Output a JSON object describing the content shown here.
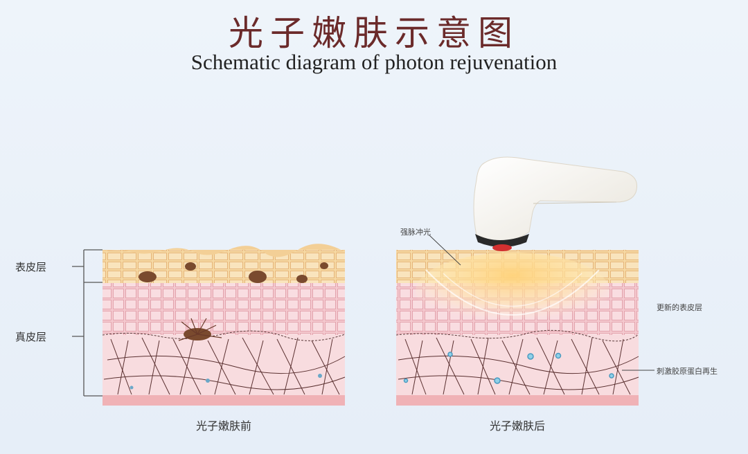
{
  "title_cn": "光子嫩肤示意图",
  "title_en": "Schematic diagram of photon rejuvenation",
  "layers": {
    "epidermis": "表皮层",
    "dermis": "真皮层"
  },
  "captions": {
    "before": "光子嫩肤前",
    "after": "光子嫩肤后"
  },
  "annotations": {
    "light_pulse": "强脉冲光",
    "renewed_epidermis": "更新的表皮层",
    "collagen_regen": "刺激胶原蛋白再生"
  },
  "colors": {
    "epidermis": "#f6d9a4",
    "dermis_cells": "#f4c9cf",
    "dermis_fiber_zone": "#f8dcdf",
    "base_band": "#f0b2b6",
    "pigment": "#7a4a2e",
    "device": "#f8f6f0"
  },
  "icons": {
    "device": "ipl-handpiece-icon",
    "spot": "pigment-spot-icon",
    "cell": "fibroblast-icon"
  }
}
